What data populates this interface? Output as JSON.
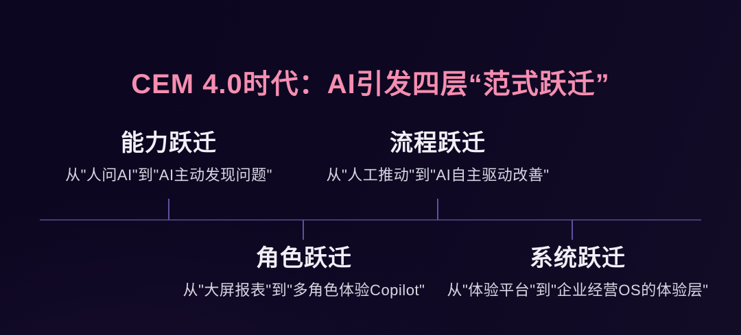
{
  "slide": {
    "title": "CEM 4.0时代：AI引发四层“范式跃迁”"
  },
  "sections": [
    {
      "id": "capability",
      "position": "above-line",
      "heading": "能力跃迁",
      "description": "从\"人问AI\"到\"AI主动发现问题\""
    },
    {
      "id": "process",
      "position": "above-line",
      "heading": "流程跃迁",
      "description": "从\"人工推动\"到\"AI自主驱动改善\""
    },
    {
      "id": "role",
      "position": "below-line",
      "heading": "角色跃迁",
      "description": "从\"大屏报表\"到\"多角色体验Copilot\""
    },
    {
      "id": "system",
      "position": "below-line",
      "heading": "系统跃迁",
      "description": "从\"体验平台\"到\"企业经营OS的体验层\""
    }
  ],
  "colors": {
    "background": "#0c0722",
    "title-pink": "#f58eb0",
    "heading-white": "#f2eff6",
    "description-gray": "#d9d5e2",
    "timeline-line": "#473b72",
    "timeline-tick": "#5e52a0"
  }
}
